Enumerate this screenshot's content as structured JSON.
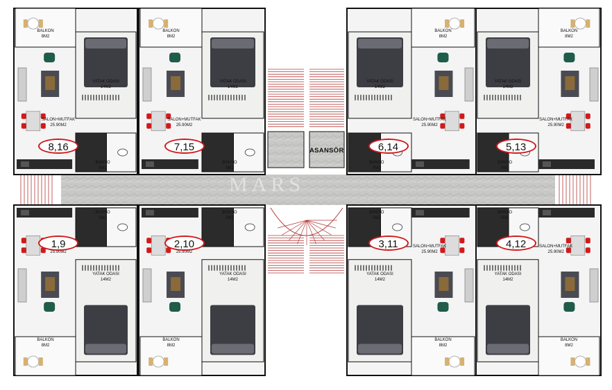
{
  "elevator_label": "ASANSÖR",
  "watermark": "MARS",
  "units": [
    {
      "id": "8,16",
      "balkon": "BALKON",
      "balkon_area": "8M2",
      "yatak": "YATAK ODASI",
      "yatak_area": "14M2",
      "salon": "SALON+MUTFAK",
      "salon_area": "25.90M2",
      "banyo": "BANYO",
      "banyo_area": "5M2"
    },
    {
      "id": "7,15",
      "balkon": "BALKON",
      "balkon_area": "8M2",
      "yatak": "YATAK ODASI",
      "yatak_area": "14M2",
      "salon": "SALON+MUTFAK",
      "salon_area": "25.90M2",
      "banyo": "BANYO",
      "banyo_area": "5M2"
    },
    {
      "id": "6,14",
      "balkon": "BALKON",
      "balkon_area": "8M2",
      "yatak": "YATAK ODASI",
      "yatak_area": "14M2",
      "salon": "SALON+MUTFAK",
      "salon_area": "25.90M2",
      "banyo": "BANYO",
      "banyo_area": "5M2"
    },
    {
      "id": "5,13",
      "balkon": "BALKON",
      "balkon_area": "8M2",
      "yatak": "YATAK ODASI",
      "yatak_area": "14M2",
      "salon": "SALON+MUTFAK",
      "salon_area": "25.90M2",
      "banyo": "BANYO",
      "banyo_area": "5M2"
    },
    {
      "id": "1,9",
      "balkon": "BALKON",
      "balkon_area": "8M2",
      "yatak": "YATAK ODASI",
      "yatak_area": "14M2",
      "salon": "SALON+MUTFAK",
      "salon_area": "25.90M2",
      "banyo": "BANYO",
      "banyo_area": "5M2"
    },
    {
      "id": "2,10",
      "balkon": "BALKON",
      "balkon_area": "8M2",
      "yatak": "YATAK ODASI",
      "yatak_area": "14M2",
      "salon": "SALON+MUTFAK",
      "salon_area": "25.90M2",
      "banyo": "BANYO",
      "banyo_area": "5M2"
    },
    {
      "id": "3,11",
      "balkon": "BALKON",
      "balkon_area": "8M2",
      "yatak": "YATAK ODASI",
      "yatak_area": "14M2",
      "salon": "SALON+MUTFAK",
      "salon_area": "25.90M2",
      "banyo": "BANYO",
      "banyo_area": "5M2"
    },
    {
      "id": "4,12",
      "balkon": "BALKON",
      "balkon_area": "8M2",
      "yatak": "YATAK ODASI",
      "yatak_area": "14M2",
      "salon": "SALON+MUTFAK",
      "salon_area": "25.90M2",
      "banyo": "BANYO",
      "banyo_area": "5M2"
    }
  ],
  "colors": {
    "wall": "#111111",
    "floor": "#f4f4f4",
    "corridor": "#c9c9c7",
    "stair": "#b23a3a",
    "circle": "#d2181b",
    "chair": "#d21a1a",
    "bed": "#3d3d44",
    "sofa": "#cfcfcf",
    "plant": "#1f5c4a"
  }
}
